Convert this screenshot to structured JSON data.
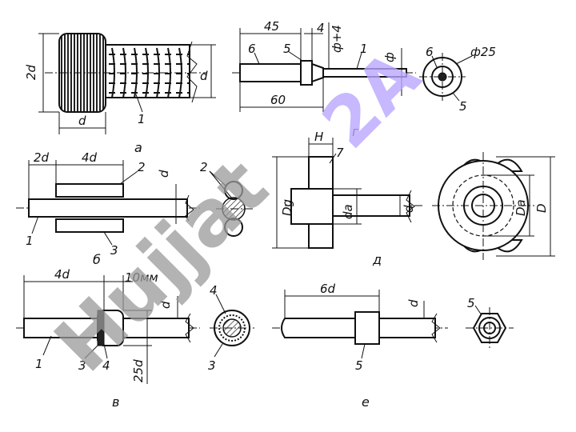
{
  "figure": {
    "panel_captions": [
      "а",
      "б",
      "в",
      "г",
      "д",
      "е"
    ],
    "panel_a": {
      "dim_2d": "2d",
      "dim_d_width": "d",
      "dim_d_right": "d",
      "part_1": "1"
    },
    "panel_g": {
      "dim_45": "45",
      "dim_4": "4",
      "dim_phi_d4": "ф+4",
      "dim_60": "60",
      "dim_phi": "ф",
      "dim_phi25": "ф25",
      "part_6": "6",
      "part_5": "5",
      "part_1": "1",
      "part_6b": "6",
      "part_5b": "5"
    },
    "panel_b": {
      "dim_2d": "2d",
      "dim_4d": "4d",
      "dim_d": "d",
      "part_2": "2",
      "part_1": "1",
      "part_3": "3",
      "part_2b": "2"
    },
    "panel_d": {
      "dim_H": "H",
      "dim_Dg": "Dg",
      "dim_da": "da",
      "dim_d": "d",
      "dim_Da": "Da",
      "dim_D": "D",
      "part_7": "7"
    },
    "panel_v": {
      "dim_4d": "4d",
      "dim_10mm": "10мм",
      "dim_d": "d",
      "dim_25d": "25d",
      "part_1": "1",
      "part_3": "3",
      "part_4": "4",
      "part_4b": "4",
      "part_3b": "3"
    },
    "panel_e": {
      "dim_6d": "6d",
      "dim_d": "d",
      "part_5": "5",
      "part_5b": "5"
    }
  },
  "watermark": {
    "grey_text": "Hujjat",
    "violet_text": "2A"
  }
}
